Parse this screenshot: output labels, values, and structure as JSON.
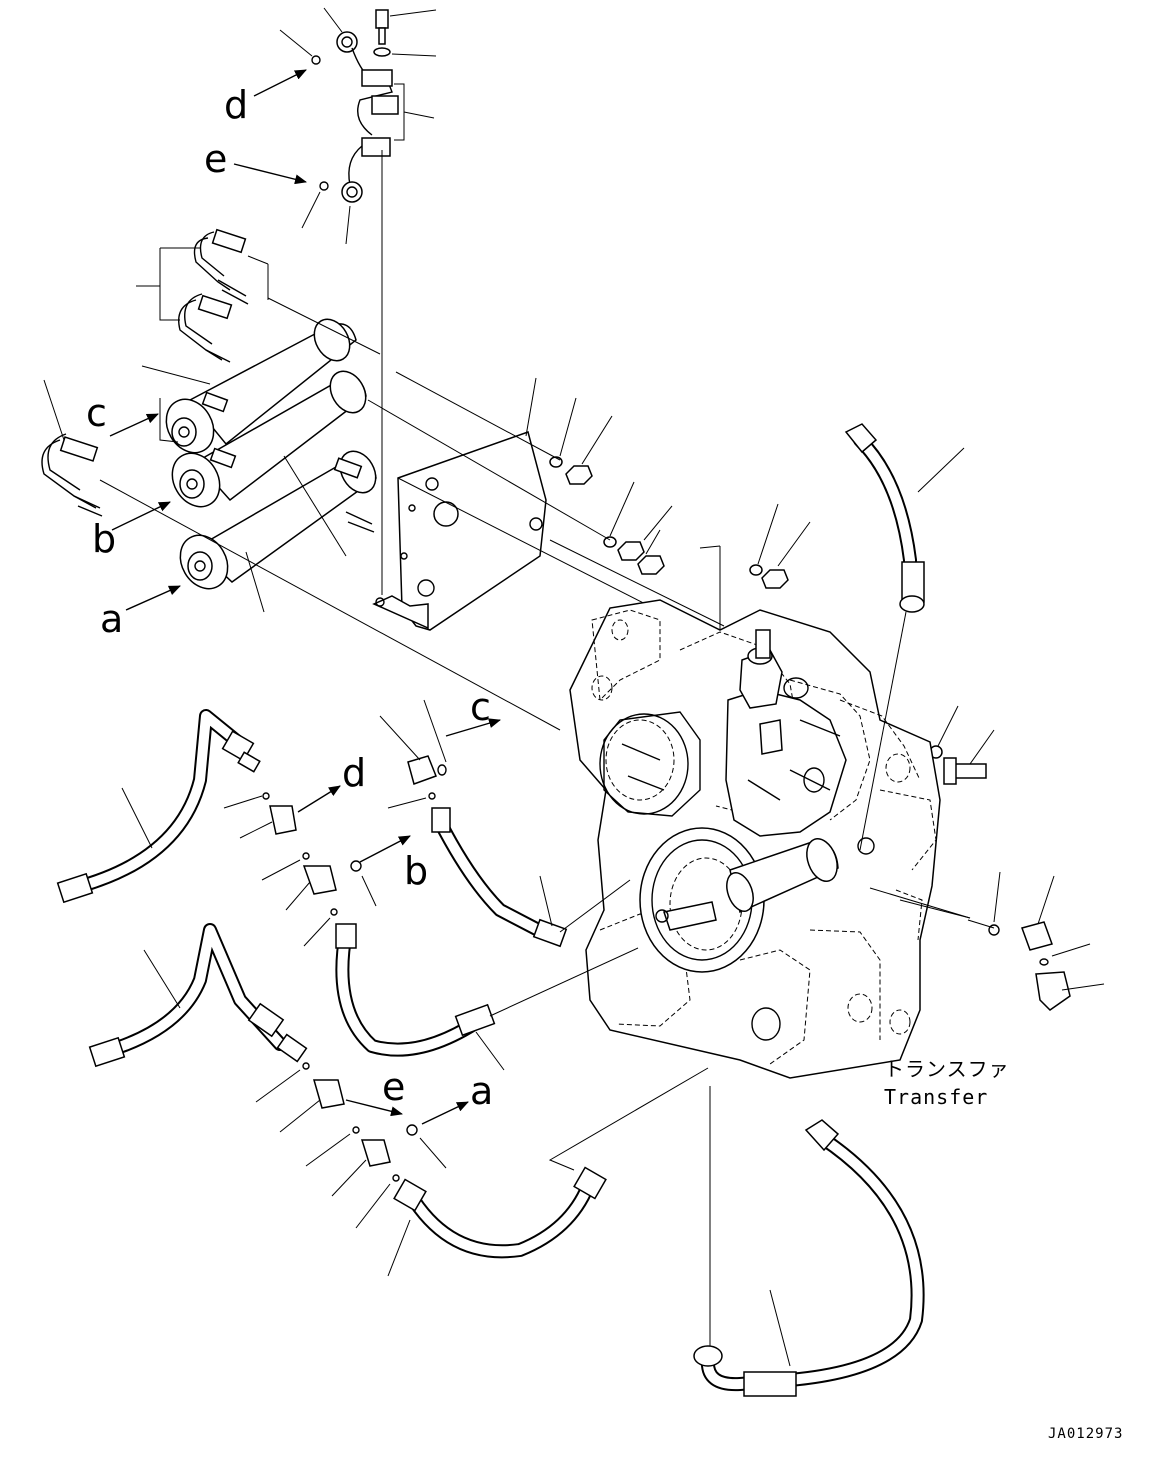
{
  "callouts": {
    "a1": "a",
    "b1": "b",
    "c1": "c",
    "d1": "d",
    "e1": "e",
    "a2": "a",
    "b2": "b",
    "c2": "c",
    "d2": "d",
    "e2": "e"
  },
  "component_label_jp": "トランスファ",
  "component_label_en": "Transfer",
  "drawing_code": "JA012973"
}
